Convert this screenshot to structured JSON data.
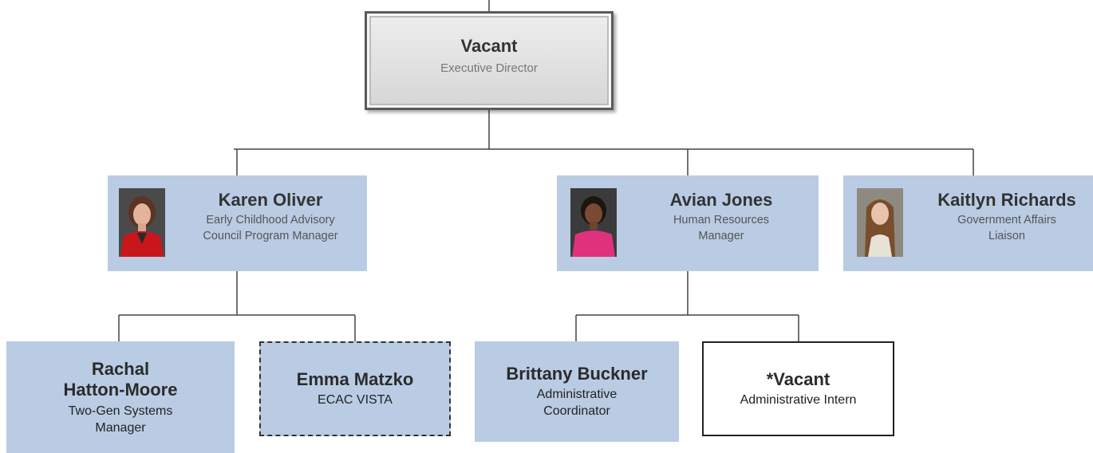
{
  "executive": {
    "name": "Vacant",
    "title": "Executive Director"
  },
  "managers": [
    {
      "name": "Karen Oliver",
      "title_line1": "Early Childhood Advisory",
      "title_line2": "Council Program Manager",
      "photo": "portrait-woman-red-jacket"
    },
    {
      "name": "Avian Jones",
      "title_line1": "Human Resources",
      "title_line2": "Manager",
      "photo": "portrait-woman-pink-top"
    },
    {
      "name": "Kaitlyn Richards",
      "title_line1": "Government Affairs",
      "title_line2": "Liaison",
      "photo": "portrait-woman-long-hair"
    }
  ],
  "staff": [
    {
      "name_line1": "Rachal",
      "name_line2": "Hatton-Moore",
      "title_line1": "Two-Gen Systems",
      "title_line2": "Manager"
    },
    {
      "name": "Emma Matzko",
      "title": "ECAC VISTA"
    },
    {
      "name": "Brittany Buckner",
      "title_line1": "Administrative",
      "title_line2": "Coordinator"
    },
    {
      "name": "*Vacant",
      "title": "Administrative Intern"
    }
  ],
  "colors": {
    "box_fill": "#b9cce4",
    "connector": "#444444",
    "exec_border": "#5a5a5a"
  }
}
